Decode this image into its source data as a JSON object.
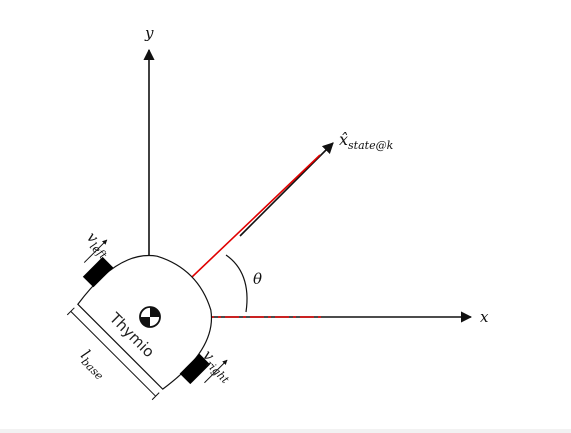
{
  "labels": {
    "x_axis": "x",
    "y_axis": "y",
    "angle": "θ",
    "state_main": "x̂",
    "state_sub": "state@k",
    "robot_name": "Thymio",
    "v_left_main": "v",
    "v_left_sub": "left",
    "v_right_main": "v",
    "v_right_sub": "right",
    "base_main": "l",
    "base_sub": "base"
  },
  "colors": {
    "axis": "#111111",
    "state_vector": "#e00000",
    "heading_dashdot": "#e00000",
    "wheel": "#000000"
  },
  "symbols": {
    "center_marker": "checkered-circle-marker"
  }
}
